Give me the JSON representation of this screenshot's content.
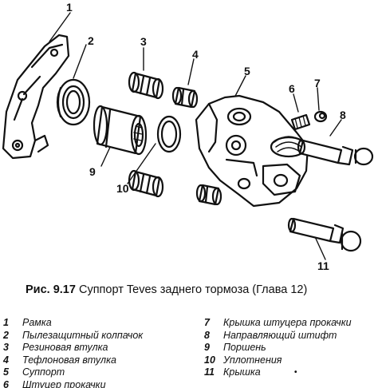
{
  "callouts": [
    "1",
    "2",
    "3",
    "4",
    "5",
    "6",
    "7",
    "8",
    "9",
    "10",
    "11"
  ],
  "caption": {
    "figure": "Рис. 9.17",
    "text": "Суппорт Teves заднего тормоза (Глава 12)"
  },
  "legend": {
    "left": [
      {
        "num": "1",
        "label": "Рамка"
      },
      {
        "num": "2",
        "label": "Пылезащитный колпачок"
      },
      {
        "num": "3",
        "label": "Резиновая втулка"
      },
      {
        "num": "4",
        "label": "Тефлоновая втулка"
      },
      {
        "num": "5",
        "label": "Суппорт"
      },
      {
        "num": "6",
        "label": "Штуцер прокачки"
      }
    ],
    "right": [
      {
        "num": "7",
        "label": "Крышка штуцера прокачки"
      },
      {
        "num": "8",
        "label": "Направляющий штифт"
      },
      {
        "num": "9",
        "label": "Поршень"
      },
      {
        "num": "10",
        "label": "Уплотнения"
      },
      {
        "num": "11",
        "label": "Крышка"
      }
    ]
  }
}
